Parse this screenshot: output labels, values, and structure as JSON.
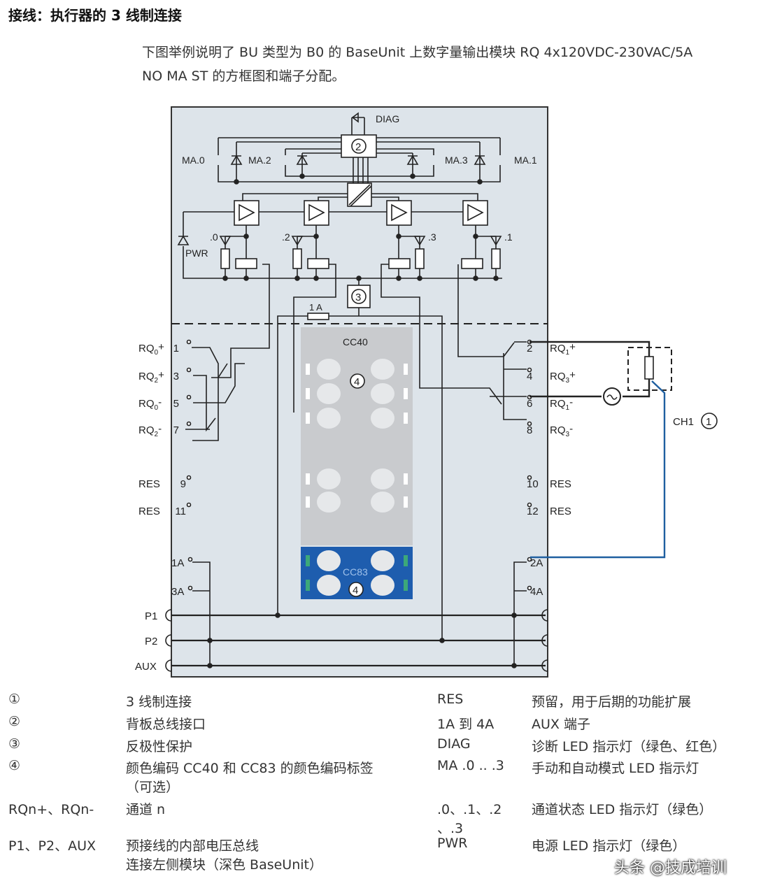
{
  "title": "接线：执行器的 3 线制连接",
  "intro": [
    "下图举例说明了 BU 类型为 B0 的 BaseUnit 上数字量输出模块 RQ 4x120VDC-230VAC/5A",
    "NO MA ST 的方框图和端子分配。"
  ],
  "diagram": {
    "diag": "DIAG",
    "ma": [
      "MA.0",
      "MA.2",
      "MA.3",
      "MA.1"
    ],
    "ch_leds": [
      ".0",
      ".2",
      ".3",
      ".1"
    ],
    "pwr": "PWR",
    "n2": "2",
    "n3": "3",
    "n4": "4",
    "n1": "1",
    "fuse": "1 A",
    "cc40": "CC40",
    "cc83": "CC83",
    "ch1": "CH1",
    "left_terms": [
      {
        "base": "RQ",
        "sub": "0",
        "sign": "+",
        "num": "1"
      },
      {
        "base": "RQ",
        "sub": "2",
        "sign": "+",
        "num": "3"
      },
      {
        "base": "RQ",
        "sub": "0",
        "sign": "-",
        "num": "5"
      },
      {
        "base": "RQ",
        "sub": "2",
        "sign": "-",
        "num": "7"
      },
      {
        "base": "RES",
        "sub": "",
        "sign": "",
        "num": "9"
      },
      {
        "base": "RES",
        "sub": "",
        "sign": "",
        "num": "11"
      }
    ],
    "right_terms": [
      {
        "base": "RQ",
        "sub": "1",
        "sign": "+",
        "num": "2"
      },
      {
        "base": "RQ",
        "sub": "3",
        "sign": "+",
        "num": "4"
      },
      {
        "base": "RQ",
        "sub": "1",
        "sign": "-",
        "num": "6"
      },
      {
        "base": "RQ",
        "sub": "3",
        "sign": "-",
        "num": "8"
      },
      {
        "base": "RES",
        "sub": "",
        "sign": "",
        "num": "10"
      },
      {
        "base": "RES",
        "sub": "",
        "sign": "",
        "num": "12"
      }
    ],
    "aux_left": [
      "1A",
      "3A"
    ],
    "aux_right": [
      "2A",
      "4A"
    ],
    "buses": [
      "P1",
      "P2",
      "AUX"
    ]
  },
  "legend": {
    "left": [
      {
        "key": "①",
        "desc": "3 线制连接"
      },
      {
        "key": "②",
        "desc": "背板总线接口"
      },
      {
        "key": "③",
        "desc": "反极性保护"
      },
      {
        "key": "④",
        "desc": "颜色编码 CC40 和 CC83 的颜色编码标签",
        "desc2": "（可选）"
      },
      {
        "key": "RQn+、RQn-",
        "desc": "通道 n"
      },
      {
        "key": "P1、P2、AUX",
        "desc": "预接线的内部电压总线",
        "desc2": "连接左侧模块（深色 BaseUnit）"
      }
    ],
    "right": [
      {
        "key": "RES",
        "desc": "预留，用于后期的功能扩展"
      },
      {
        "key": "1A 到 4A",
        "desc": "AUX 端子"
      },
      {
        "key": "DIAG",
        "desc": "诊断 LED 指示灯（绿色、红色）"
      },
      {
        "key": "MA .0 .. .3",
        "desc": "手动和自动模式 LED 指示灯"
      },
      {
        "key": ".0、.1、.2",
        "key2": "、.3",
        "desc": "通道状态 LED 指示灯（绿色）"
      },
      {
        "key": "PWR",
        "desc": "电源 LED 指示灯（绿色）"
      }
    ]
  },
  "watermark": "头条 @技成培训",
  "colors": {
    "panel": "#dde4ea",
    "strip": "#c9cbce",
    "cc83": "#1e5dae",
    "wire_blue": "#1f5fa0"
  }
}
